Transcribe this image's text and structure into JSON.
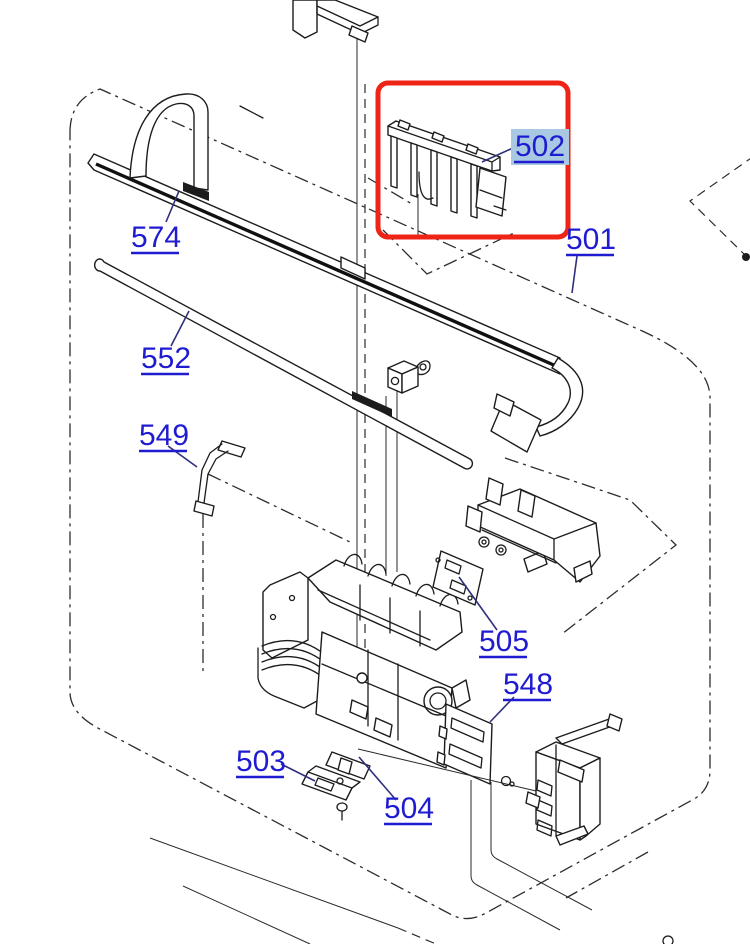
{
  "diagram": {
    "type": "exploded-parts-diagram",
    "callouts": {
      "c574": "574",
      "c552": "552",
      "c549": "549",
      "c502": "502",
      "c501": "501",
      "c505": "505",
      "c548": "548",
      "c503": "503",
      "c504": "504"
    },
    "highlight": {
      "highlighted_part": "502",
      "box_color": "#ee2417",
      "label_background": "#a9c9e2"
    },
    "colors": {
      "label_blue": "#1f1bd0",
      "leader_navy": "#2f2f7e",
      "line_black": "#1c1c1c"
    }
  }
}
